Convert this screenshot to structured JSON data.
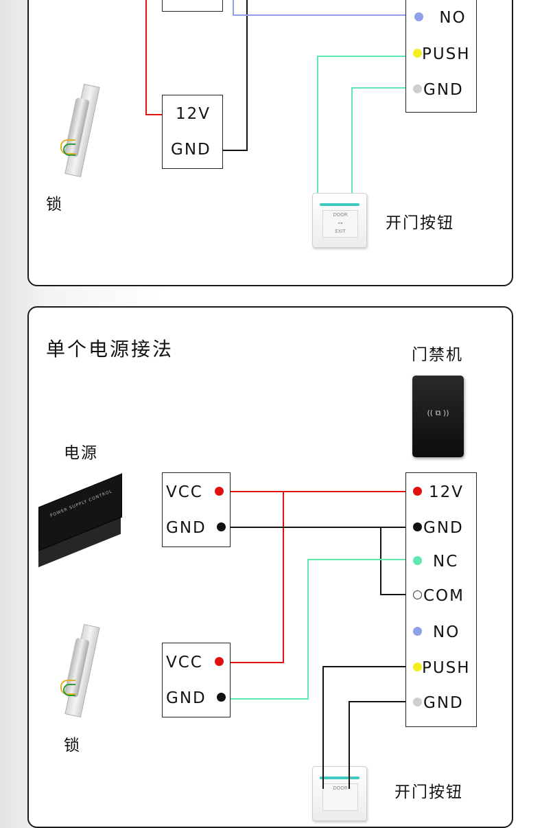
{
  "top_panel": {
    "psu_box_rows": [
      "12V",
      "GND"
    ],
    "reader_rows": [
      {
        "label": "NO",
        "dot": "#8fa0e8"
      },
      {
        "label": "PUSH",
        "dot": "#f2ee22"
      },
      {
        "label": "GND",
        "dot": "#cfcfcf"
      }
    ],
    "lock_label": "锁",
    "exit_button_label": "开门按钮",
    "exit_button_face": "DOOR\nEXIT"
  },
  "bottom_panel": {
    "title": "单个电源接法",
    "reader_label": "门禁机",
    "psu_label": "电源",
    "psu_print": "POWER SUPPLY CONTROL",
    "lock_label": "锁",
    "exit_button_label": "开门按钮",
    "exit_button_face": "DOOR",
    "psu_box_rows": [
      {
        "label": "VCC",
        "dot": "#e01010"
      },
      {
        "label": "GND",
        "dot": "#111111"
      }
    ],
    "lock_box_rows": [
      {
        "label": "VCC",
        "dot": "#e01010"
      },
      {
        "label": "GND",
        "dot": "#111111"
      }
    ],
    "reader_rows": [
      {
        "label": "12V",
        "dot": "#e01010"
      },
      {
        "label": "GND",
        "dot": "#111111"
      },
      {
        "label": "NC",
        "dot": "#5de8b0"
      },
      {
        "label": "COM",
        "dot": "hollow"
      },
      {
        "label": "NO",
        "dot": "#8fa0e8"
      },
      {
        "label": "PUSH",
        "dot": "#f2ee22"
      },
      {
        "label": "GND",
        "dot": "#cfcfcf"
      }
    ]
  },
  "colors": {
    "wire_red": "#e01010",
    "wire_black": "#111111",
    "wire_green": "#5de8b0",
    "wire_blue": "#8fa0e8",
    "panel_border": "#1a1a1a"
  }
}
